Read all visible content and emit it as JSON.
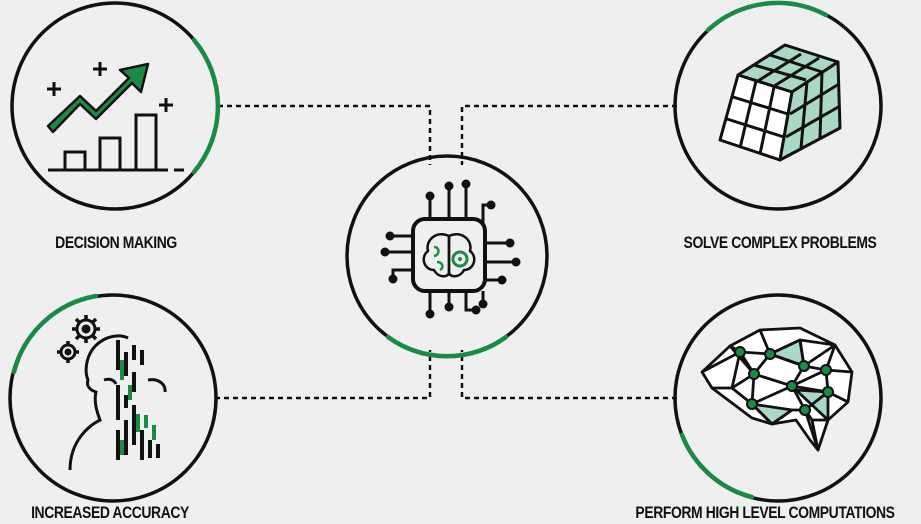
{
  "colors": {
    "background": "#efefef",
    "ink": "#111111",
    "accent": "#1a8a45",
    "accent_light": "#a9d8c4"
  },
  "nodes": [
    {
      "id": "decision-making",
      "label": "DECISION MAKING",
      "icon": "growth-chart-icon"
    },
    {
      "id": "solve-complex-problems",
      "label": "SOLVE COMPLEX PROBLEMS",
      "icon": "rubiks-cube-icon"
    },
    {
      "id": "increased-accuracy",
      "label": "INCREASED ACCURACY",
      "icon": "human-head-gears-icon"
    },
    {
      "id": "perform-high-level-computations",
      "label": "PERFORM HIGH LEVEL COMPUTATIONS",
      "icon": "neural-brain-icon"
    }
  ],
  "center": {
    "icon": "ai-chip-brain-icon"
  }
}
